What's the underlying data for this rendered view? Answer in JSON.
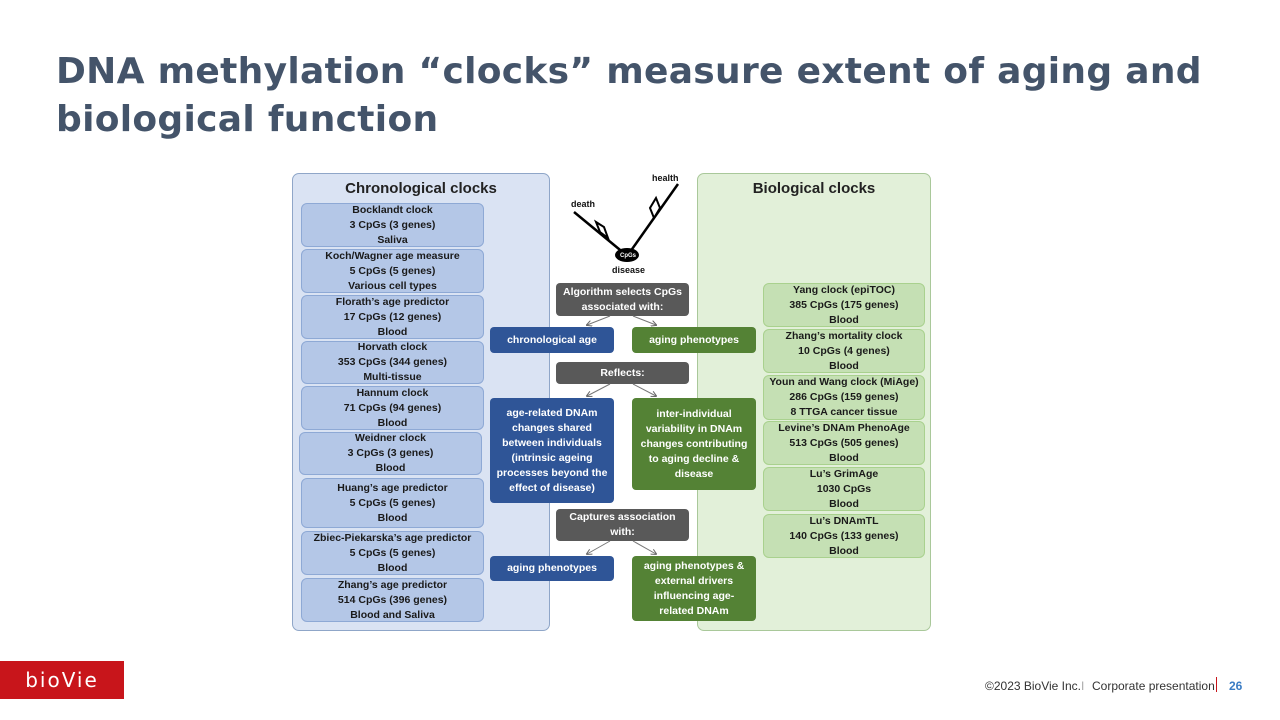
{
  "slide": {
    "title": "DNA methylation “clocks” measure extent of aging and biological function",
    "page_number": "26",
    "footer_copyright": "©2023 BioVie Inc.",
    "footer_separator": "I",
    "footer_label": "Corporate presentation",
    "logo_text": "bioVie",
    "accent_color": "#c8151b"
  },
  "chronological": {
    "title": "Chronological clocks",
    "clocks": [
      "Bocklandt  clock\n3 CpGs (3 genes)\nSaliva",
      "Koch/Wagner age measure\n5 CpGs (5 genes)\nVarious cell types",
      "Florath’s age predictor\n17 CpGs (12 genes)\nBlood",
      "Horvath clock\n353 CpGs (344 genes)\nMulti-tissue",
      "Hannum  clock\n71 CpGs (94 genes)\nBlood",
      "Weidner clock\n3 CpGs (3 genes)\nBlood",
      "Huang’s age predictor\n5 CpGs (5 genes)\nBlood",
      "Zbiec-Piekarska’s age predictor\n5 CpGs (5 genes)\nBlood",
      "Zhang’s age predictor\n514 CpGs (396 genes)\nBlood and Saliva"
    ]
  },
  "biological": {
    "title": "Biological clocks",
    "clocks": [
      "Yang clock (epiTOC)\n385 CpGs (175 genes)\nBlood",
      "Zhang’s mortality clock\n10 CpGs (4 genes)\nBlood",
      "Youn and Wang clock (MiAge)\n286 CpGs (159 genes)\n8 TTGA cancer tissue",
      "Levine’s DNAm PhenoAge\n513 CpGs (505 genes)\nBlood",
      "Lu’s GrimAge\n1030 CpGs\nBlood",
      "Lu’s DNAmTL\n140 CpGs (133 genes)\nBlood"
    ]
  },
  "diagram": {
    "labels": {
      "death": "death",
      "health": "health",
      "cpgs": "CpGs",
      "disease": "disease"
    },
    "step1": "Algorithm selects CpGs\nassociated with:",
    "chrono_age": "chronological age",
    "aging_pheno_1": "aging phenotypes",
    "step2": "Reflects:",
    "chrono_reflects": "age-related DNAm\nchanges shared\nbetween individuals\n(intrinsic ageing\nprocesses beyond the\neffect of disease)",
    "bio_reflects": "inter-individual\nvariability in DNAm\nchanges contributing\nto aging decline &\ndisease",
    "step3": "Captures association\nwith:",
    "chrono_captures": "aging phenotypes",
    "bio_captures": "aging phenotypes &\nexternal drivers\ninfluencing age-\nrelated DNAm"
  }
}
